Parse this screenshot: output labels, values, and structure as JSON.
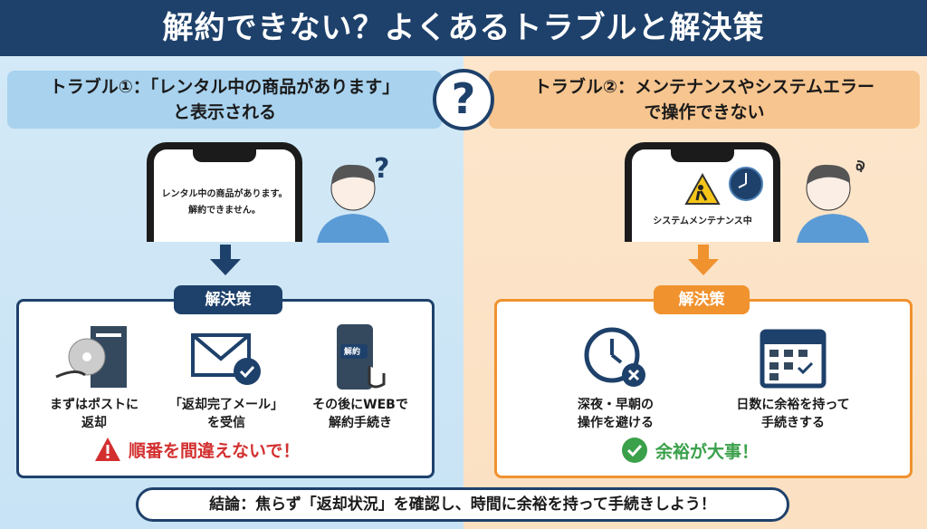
{
  "header": {
    "title": "解約できない？よくあるトラブルと解決策"
  },
  "question_mark": "?",
  "trouble1": {
    "title_line1": "トラブル①：「レンタル中の商品があります」",
    "title_line2": "と表示される",
    "screen_line1": "レンタル中の商品があります。",
    "screen_line2": "解約できません。",
    "solution_label": "解決策",
    "items": [
      {
        "icon": "post-return-icon",
        "text": "まずはポストに\n返却"
      },
      {
        "icon": "mail-check-icon",
        "text": "「返却完了メール」\nを受信"
      },
      {
        "icon": "phone-tap-icon",
        "text": "その後にWEBで\n解約手続き",
        "badge": "解約"
      }
    ],
    "warning": "順番を間違えないで！"
  },
  "trouble2": {
    "title_line1": "トラブル②：メンテナンスやシステムエラー",
    "title_line2": "で操作できない",
    "screen_text": "システムメンテナンス中",
    "solution_label": "解決策",
    "items": [
      {
        "icon": "clock-x-icon",
        "text": "深夜・早朝の\n操作を避ける"
      },
      {
        "icon": "calendar-check-icon",
        "text": "日数に余裕を持って\n手続きする"
      }
    ],
    "tip": "余裕が大事！"
  },
  "conclusion": "結論：焦らず「返却状況」を確認し、時間に余裕を持って手続きしよう！",
  "colors": {
    "navy": "#1e416b",
    "orange": "#f0922e",
    "red": "#d32f2f",
    "green": "#3aa04a"
  }
}
